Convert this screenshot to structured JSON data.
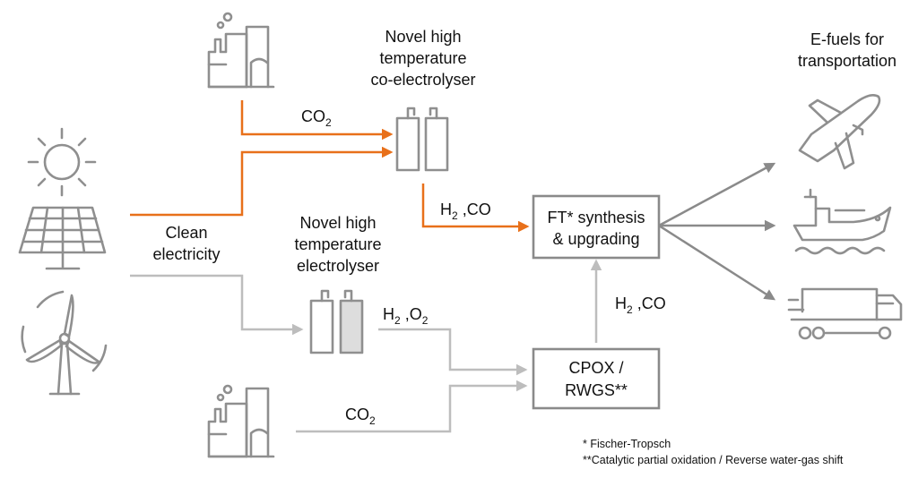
{
  "colors": {
    "orange_flow": "#e8701a",
    "grey_flow": "#bdbdbd",
    "dark_flow": "#8a8a8a",
    "icon": "#8f8f8f"
  },
  "icons": [
    "factory-icon",
    "sun-icon",
    "solar-panel-icon",
    "wind-turbine-icon",
    "electrolyser-icon",
    "airplane-icon",
    "ship-icon",
    "truck-icon"
  ],
  "labels": {
    "co_electrolyser": [
      "Novel high",
      "temperature",
      "co-electrolyser"
    ],
    "electrolyser": [
      "Novel high",
      "temperature",
      "electrolyser"
    ],
    "efuels": [
      "E-fuels for",
      "transportation"
    ],
    "clean_electricity": [
      "Clean",
      "electricity"
    ],
    "co2_top": {
      "main": "CO",
      "sub": "2"
    },
    "co2_bottom": {
      "main": "CO",
      "sub": "2"
    },
    "h2co_orange": {
      "h": "H",
      "hsub": "2",
      "rest": " ,CO"
    },
    "h2o2": {
      "h": "H",
      "hsub": "2",
      "mid": " ,O",
      "osub": "2"
    },
    "h2co_vertical": {
      "h": "H",
      "hsub": "2",
      "rest": " ,CO"
    }
  },
  "boxes": {
    "ft": [
      "FT* synthesis",
      "& upgrading"
    ],
    "cpox": [
      "CPOX /",
      "RWGS**"
    ]
  },
  "footnotes": [
    "* Fischer-Tropsch",
    "**Catalytic partial oxidation / Reverse water-gas shift"
  ]
}
